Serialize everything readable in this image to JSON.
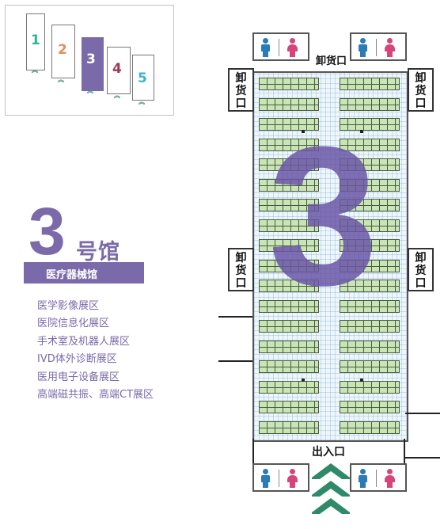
{
  "mini_map": {
    "halls": [
      {
        "number": "1",
        "color": "#2fb59a"
      },
      {
        "number": "2",
        "color": "#e0905a"
      },
      {
        "number": "3",
        "color": "#ffffff"
      },
      {
        "number": "4",
        "color": "#9c3b52"
      },
      {
        "number": "5",
        "color": "#3db4c8"
      }
    ],
    "highlight_color": "#7b6aaa"
  },
  "hall": {
    "number": "3",
    "suffix": "号馆",
    "category": "医疗器械馆",
    "zones": [
      "医学影像展区",
      "医院信息化展区",
      "手术室及机器人展区",
      "IVD体外诊断展区",
      "医用电子设备展区",
      "高端磁共振、高端CT展区"
    ]
  },
  "floor_plan": {
    "unloading_dock": "卸货口",
    "entrance": "出入口",
    "accent_color": "#7b6aaa",
    "entrance_arrow_color": "#2f8a6a",
    "toilet_colors": {
      "male": "#2a7bb6",
      "female": "#d6457a"
    }
  },
  "icons": [
    "toilet-icon",
    "entrance-arrow-icon"
  ]
}
